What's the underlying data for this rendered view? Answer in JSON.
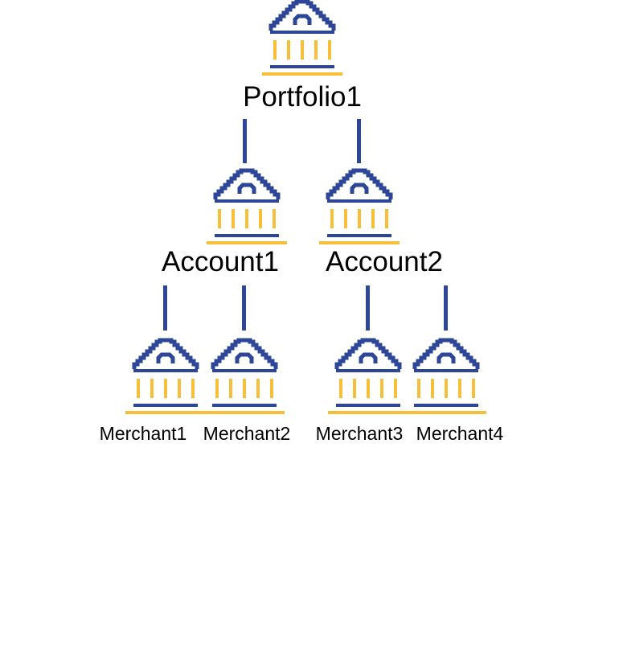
{
  "diagram": {
    "colors": {
      "icon_primary": "#2E4698",
      "icon_accent": "#F7BE3A",
      "connector": "#2E4698",
      "text": "#000000"
    },
    "icon": "bank-building-icon",
    "portfolio": {
      "label": "Portfolio1"
    },
    "accounts": [
      {
        "label": "Account1"
      },
      {
        "label": "Account2"
      }
    ],
    "merchants": [
      {
        "label": "Merchant1"
      },
      {
        "label": "Merchant2"
      },
      {
        "label": "Merchant3"
      },
      {
        "label": "Merchant4"
      }
    ]
  }
}
